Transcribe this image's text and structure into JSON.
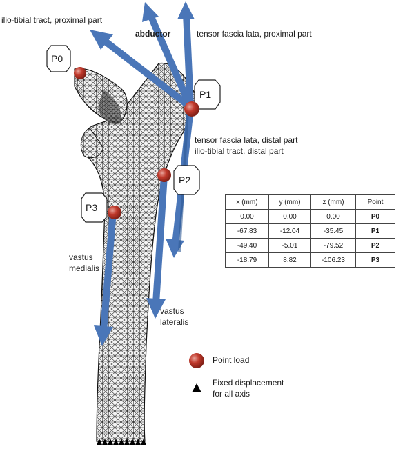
{
  "muscle_labels": {
    "iliotibial_proximal": "ilio-tibial tract, proximal  part",
    "abductor": "abductor",
    "tfl_proximal": "tensor fascia lata, proximal part",
    "tfl_distal": "tensor fascia lata, distal part",
    "iliotibial_distal": "ilio-tibial tract, distal part",
    "vastus_medialis_1": "vastus",
    "vastus_medialis_2": "medialis",
    "vastus_lateralis_1": "vastus",
    "vastus_lateralis_2": "lateralis"
  },
  "points": {
    "p0": "P0",
    "p1": "P1",
    "p2": "P2",
    "p3": "P3"
  },
  "table": {
    "headers": [
      "x (mm)",
      "y (mm)",
      "z (mm)",
      "Point"
    ],
    "rows": [
      [
        "0.00",
        "0.00",
        "0.00",
        "P0"
      ],
      [
        "-67.83",
        "-12.04",
        "-35.45",
        "P1"
      ],
      [
        "-49.40",
        "-5.01",
        "-79.52",
        "P2"
      ],
      [
        "-18.79",
        "8.82",
        "-106.23",
        "P3"
      ]
    ]
  },
  "legend": {
    "point_load": "Point load",
    "fixed_line1": "Fixed displacement",
    "fixed_line2": "for all axis"
  },
  "colors": {
    "arrow": "#4a76b8",
    "arrow_edge": "#2f5a96",
    "load_point": "#c0392b",
    "mesh": "#222222"
  }
}
